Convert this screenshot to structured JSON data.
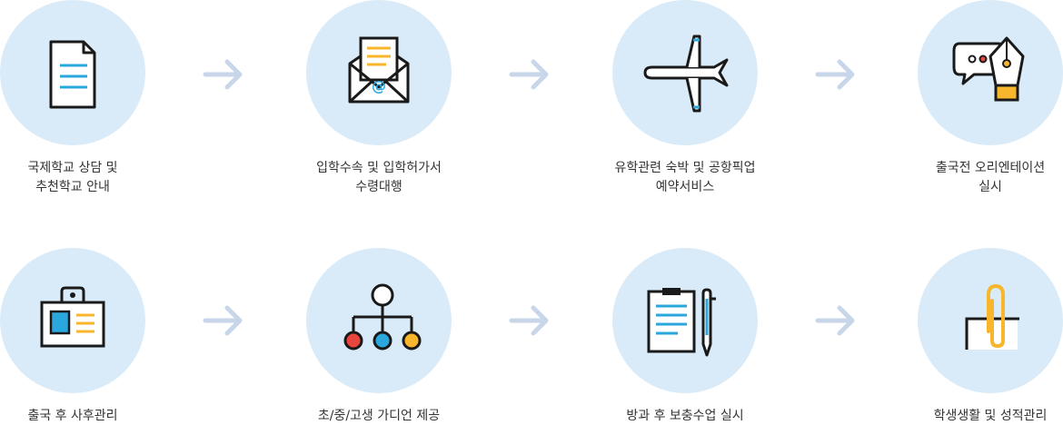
{
  "steps": [
    {
      "line1": "국제학교 상담 및",
      "line2": "추천학교 안내",
      "icon": "document-icon"
    },
    {
      "line1": "입학수속 및 입학허가서",
      "line2": "수령대행",
      "icon": "mail-letter-icon"
    },
    {
      "line1": "유학관련 숙박 및 공항픽업",
      "line2": "예약서비스",
      "icon": "airplane-icon"
    },
    {
      "line1": "출국전 오리엔테이션",
      "line2": "실시",
      "icon": "chat-pen-icon"
    },
    {
      "line1": "출국 후 사후관리",
      "line2": "",
      "icon": "id-badge-icon"
    },
    {
      "line1": "초/중/고생 가디언 제공",
      "line2": "",
      "icon": "hierarchy-icon"
    },
    {
      "line1": "방과 후 보충수업 실시",
      "line2": "",
      "icon": "clipboard-pen-icon"
    },
    {
      "line1": "학생생활 및 성적관리",
      "line2": "",
      "icon": "paperclip-icon"
    }
  ],
  "colors": {
    "circle": "#d9ebf8",
    "arrow": "#c8d6ea",
    "line": "#1a1a1a",
    "blue": "#2aa7dc",
    "yellow": "#f7b62b",
    "red": "#e8453c"
  }
}
